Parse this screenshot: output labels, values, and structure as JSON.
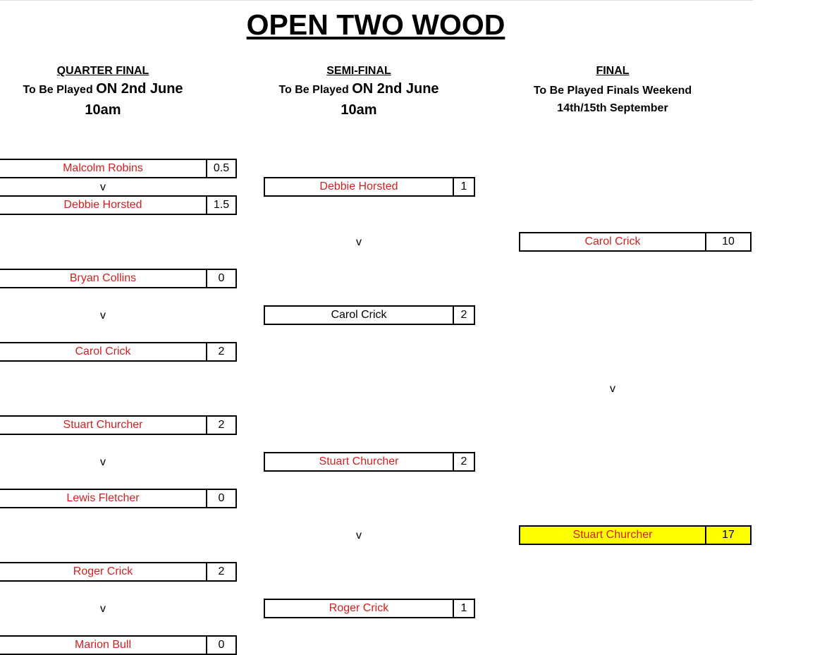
{
  "title": "OPEN TWO WOOD",
  "rounds": {
    "quarter": {
      "title": "QUARTER FINAL",
      "sub_prefix": "To Be Played",
      "sub_big": "ON 2nd June",
      "time": "10am"
    },
    "semi": {
      "title": "SEMI-FINAL",
      "sub_prefix": "To Be Played",
      "sub_big": "ON 2nd June",
      "time": "10am"
    },
    "final": {
      "title": "FINAL",
      "line1": "To Be Played Finals Weekend",
      "line2": "14th/15th September"
    }
  },
  "vs_label": "v",
  "quarter_final": [
    {
      "name": "Malcolm Robins",
      "score": "0.5"
    },
    {
      "name": "Debbie Horsted",
      "score": "1.5"
    },
    {
      "name": "Bryan Collins",
      "score": "0"
    },
    {
      "name": "Carol Crick",
      "score": "2"
    },
    {
      "name": "Stuart Churcher",
      "score": "2"
    },
    {
      "name": "Lewis Fletcher",
      "score": "0"
    },
    {
      "name": "Roger Crick",
      "score": "2"
    },
    {
      "name": "Marion Bull",
      "score": "0"
    }
  ],
  "semi_final": [
    {
      "name": "Debbie Horsted",
      "score": "1"
    },
    {
      "name": "Carol Crick",
      "score": "2"
    },
    {
      "name": "Stuart Churcher",
      "score": "2"
    },
    {
      "name": "Roger Crick",
      "score": "1"
    }
  ],
  "final": [
    {
      "name": "Carol Crick",
      "score": "10"
    },
    {
      "name": "Stuart Churcher",
      "score": "17"
    }
  ],
  "colors": {
    "name_text": "#d42020",
    "winner_highlight": "#ffff00"
  }
}
